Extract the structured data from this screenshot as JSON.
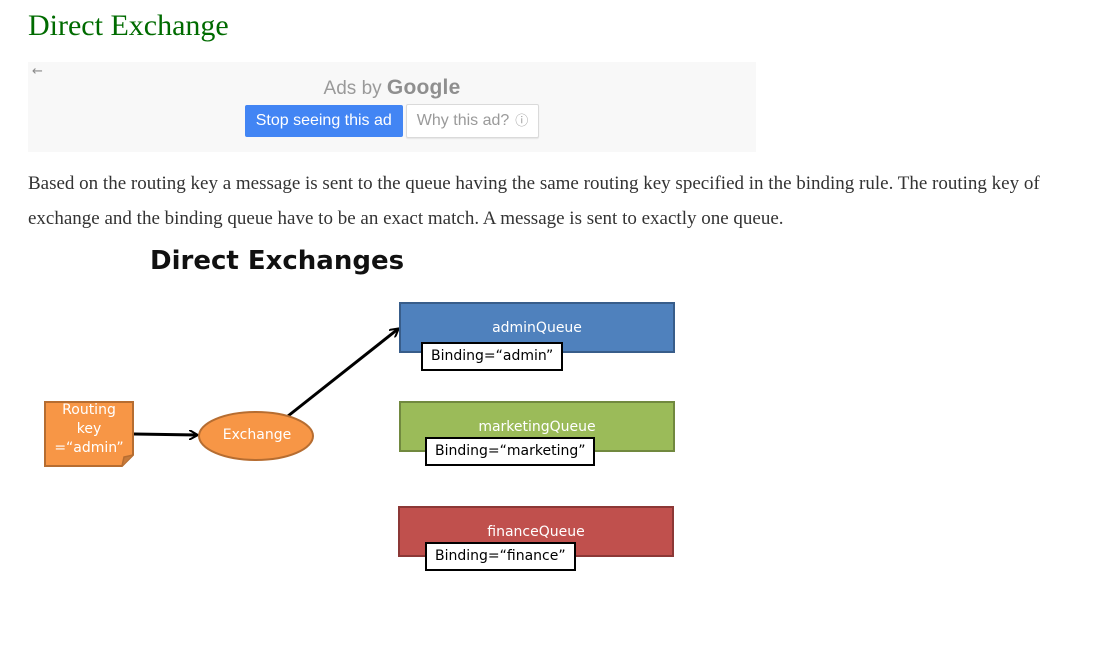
{
  "page": {
    "title": "Direct Exchange",
    "body_text": "Based on the routing key a message is sent to the queue having the same routing key specified in the binding rule. The routing key of exchange and the binding queue have to be an exact match. A message is sent to exactly one queue."
  },
  "ad": {
    "back_icon": "arrow-left-icon",
    "ads_by": "Ads by",
    "brand": "Google",
    "stop_button": "Stop seeing this ad",
    "why_button": "Why this ad?",
    "info_icon": "info-icon"
  },
  "diagram": {
    "title": "Direct Exchanges",
    "routing_key_lines": [
      "Routing",
      "key",
      "=“admin”"
    ],
    "exchange_label": "Exchange",
    "queues": [
      {
        "name": "adminQueue",
        "binding": "Binding=“admin”",
        "color": "#4f81bd"
      },
      {
        "name": "marketingQueue",
        "binding": "Binding=“marketing”",
        "color": "#9bbb59"
      },
      {
        "name": "financeQueue",
        "binding": "Binding=“finance”",
        "color": "#c0504d"
      }
    ],
    "colors": {
      "routing_key": "#f79646",
      "exchange": "#f79646"
    }
  }
}
